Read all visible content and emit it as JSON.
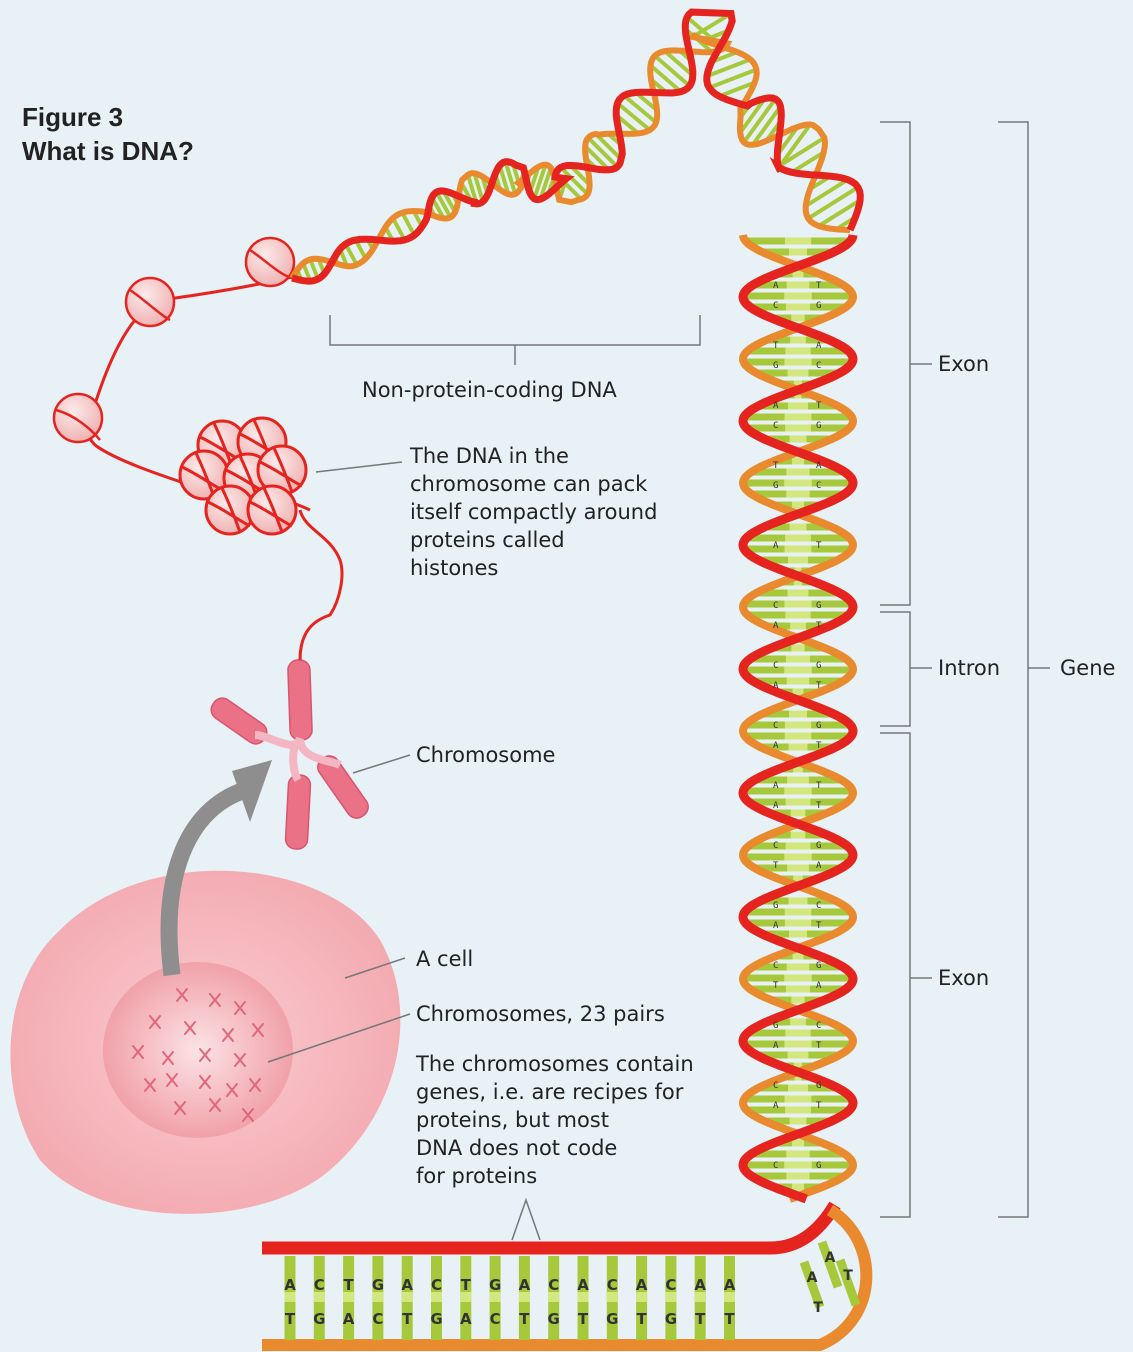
{
  "title": {
    "figure_number": "Figure 3",
    "question": "What is DNA?"
  },
  "labels": {
    "non_coding": "Non-protein-coding DNA",
    "histones": [
      "The DNA in the",
      "chromosome can pack",
      "itself compactly around",
      "proteins called",
      "histones"
    ],
    "chromosome": "Chromosome",
    "cell": "A cell",
    "pairs": "Chromosomes, 23 pairs",
    "genes_note": [
      "The chromosomes contain",
      "genes, i.e. are recipes for",
      "proteins, but most",
      "DNA does not code",
      "for proteins"
    ],
    "exon_top": "Exon",
    "intron": "Intron",
    "exon_bottom": "Exon",
    "gene": "Gene"
  },
  "base_sequence": {
    "top_strand": [
      "A",
      "C",
      "T",
      "G",
      "A",
      "C",
      "T",
      "G",
      "A",
      "C",
      "A",
      "C",
      "A",
      "C",
      "A",
      "A"
    ],
    "bottom_strand": [
      "T",
      "G",
      "A",
      "C",
      "T",
      "G",
      "A",
      "C",
      "T",
      "G",
      "T",
      "G",
      "T",
      "G",
      "T",
      "T"
    ],
    "curve_top": [
      "A",
      "A",
      "T"
    ],
    "curve_bottom": [
      "T"
    ]
  },
  "colors": {
    "background": "#e8f1f5",
    "strand_red": "#e5231f",
    "strand_orange": "#e98a2e",
    "base_green": "#a6c93c",
    "base_green_light": "#d4e77e",
    "cell_pink": "#f6b8bd",
    "nucleus_pink": "#f2a0a8",
    "chromosome_pink": "#e86a80",
    "arrow_grey": "#8e8e8e",
    "histone_fill": "#f6c6c6"
  }
}
